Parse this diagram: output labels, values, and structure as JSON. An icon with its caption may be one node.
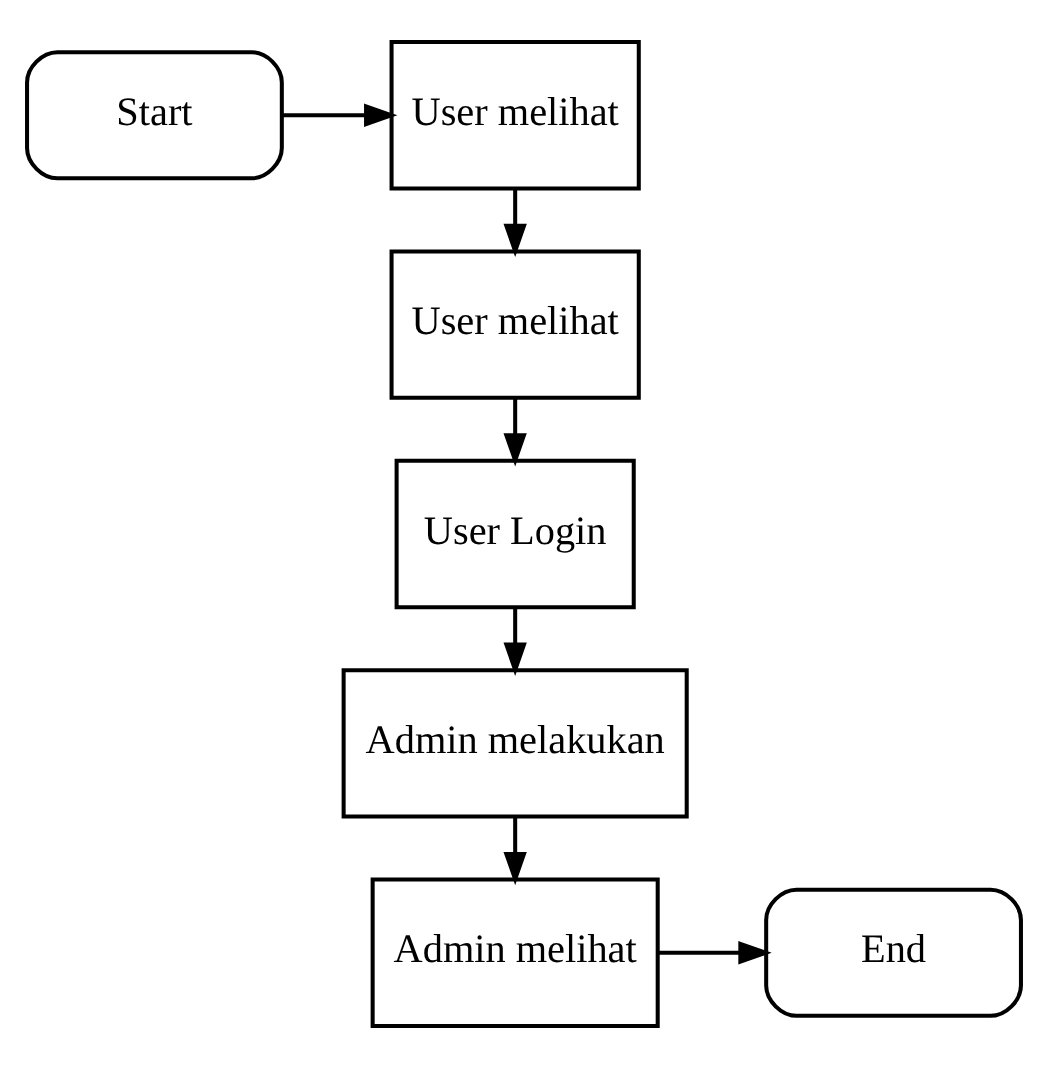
{
  "diagram": {
    "nodes": [
      {
        "text": [
          "Start"
        ]
      },
      {
        "text": [
          "User melihat"
        ]
      },
      {
        "text": [
          "User melihat"
        ]
      },
      {
        "text": [
          "User Login"
        ]
      },
      {
        "text": [
          "Admin melakukan"
        ]
      },
      {
        "text": [
          "Admin melihat"
        ]
      },
      {
        "text": [
          "End"
        ]
      }
    ],
    "edges": [
      {
        "from": 0,
        "to": 1,
        "arrow": "to"
      },
      {
        "from": 1,
        "to": 2,
        "arrow": "to"
      },
      {
        "from": 2,
        "to": 3,
        "arrow": "to"
      },
      {
        "from": 3,
        "to": 4,
        "arrow": "to"
      },
      {
        "from": 4,
        "to": 5,
        "arrow": "to"
      },
      {
        "from": 5,
        "to": 6,
        "arrow": "to"
      }
    ]
  }
}
